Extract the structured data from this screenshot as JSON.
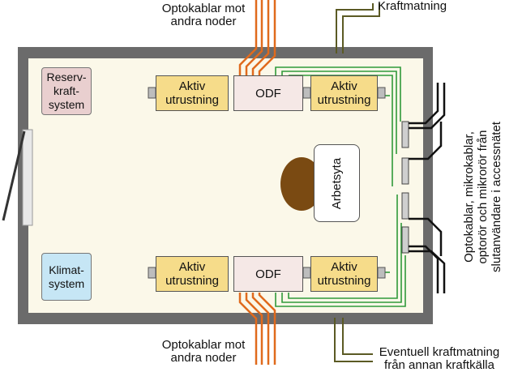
{
  "labels": {
    "fiber_top": "Optokablar mot\nandra noder",
    "fiber_bottom": "Optokablar mot\nandra noder",
    "power_top": "Kraftmatning",
    "power_bottom": "Eventuell kraftmatning\nfrån annan kraftkälla",
    "access_side": "Optokablar, mikrokablar,\noptorör och mikrorör från\nslutanvändare i accessnätet"
  },
  "rooms": {
    "reserve_power": "Reserv-\nkraft-\nsystem",
    "climate": "Klimat-\nsystem",
    "workspace": "Arbetsyta"
  },
  "equipment": {
    "top_left": "Aktiv\nutrustning",
    "top_odf": "ODF",
    "top_right": "Aktiv\nutrustning",
    "bottom_left": "Aktiv\nutrustning",
    "bottom_odf": "ODF",
    "bottom_right": "Aktiv\nutrustning"
  },
  "colors": {
    "wall": "#6b6b6b",
    "floor": "#fbf8e9",
    "active_equipment": "#f6dc8a",
    "odf": "#f5e8e6",
    "reserve_power": "#e9cfcf",
    "climate": "#c6e6f5",
    "workspace_table": "#7a4a12",
    "fiber": "#e06a1c",
    "power": "#5b5a24",
    "green_cable": "#2f9a3a"
  }
}
